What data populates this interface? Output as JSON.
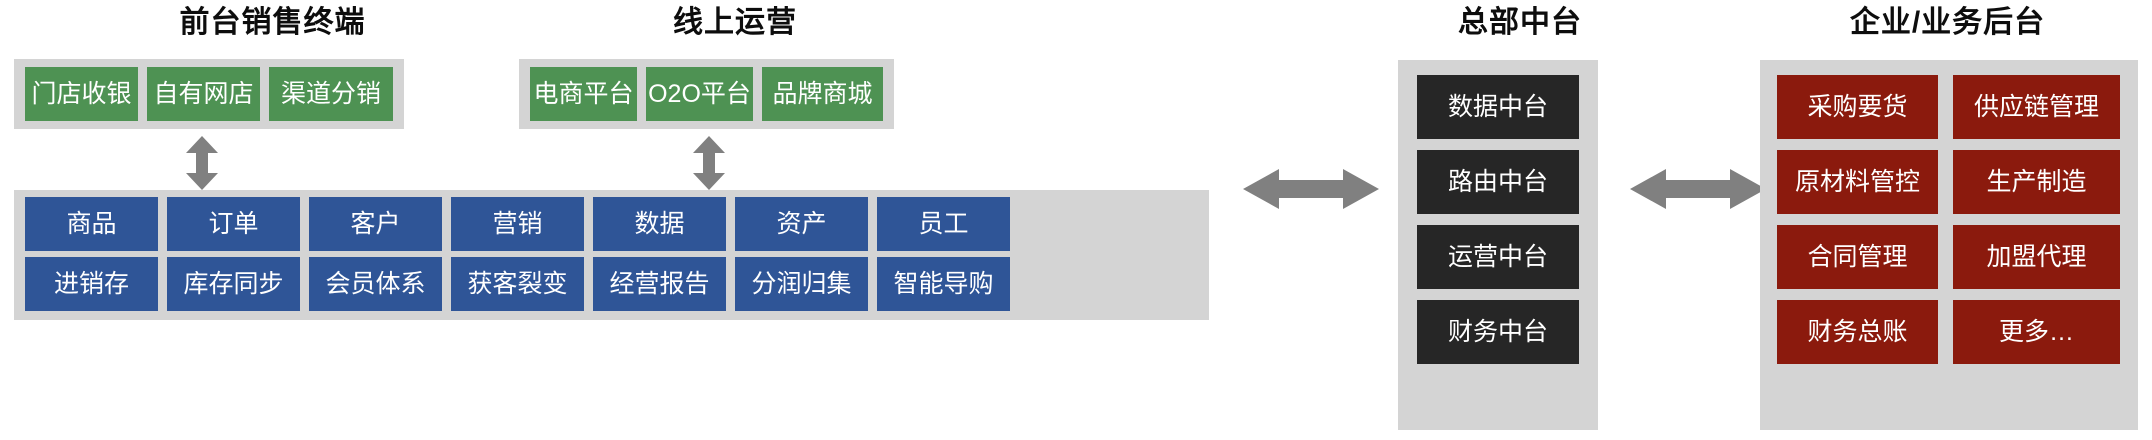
{
  "diagram": {
    "title_color": "#0d0d0d",
    "panel_color": "#d4d4d4",
    "arrow_color": "#808080",
    "background": "#ffffff"
  },
  "sections": {
    "front_sales": {
      "title": "前台销售终端",
      "color": "#4e9253",
      "channels": [
        {
          "label": "门店收银"
        },
        {
          "label": "自有网店"
        },
        {
          "label": "渠道分销"
        }
      ]
    },
    "online_ops": {
      "title": "线上运营",
      "color": "#4e9253",
      "channels": [
        {
          "label": "电商平台"
        },
        {
          "label": "O2O平台"
        },
        {
          "label": "品牌商城"
        }
      ]
    },
    "capabilities": {
      "color": "#2f5597",
      "row1": [
        {
          "label": "商品"
        },
        {
          "label": "订单"
        },
        {
          "label": "客户"
        },
        {
          "label": "营销"
        },
        {
          "label": "数据"
        },
        {
          "label": "资产"
        },
        {
          "label": "员工"
        }
      ],
      "row2": [
        {
          "label": "进销存"
        },
        {
          "label": "库存同步"
        },
        {
          "label": "会员体系"
        },
        {
          "label": "获客裂变"
        },
        {
          "label": "经营报告"
        },
        {
          "label": "分润归集"
        },
        {
          "label": "智能导购"
        }
      ]
    },
    "hq_middle": {
      "title": "总部中台",
      "color": "#262626",
      "items": [
        {
          "label": "数据中台"
        },
        {
          "label": "路由中台"
        },
        {
          "label": "运营中台"
        },
        {
          "label": "财务中台"
        }
      ]
    },
    "enterprise_backend": {
      "title": "企业/业务后台",
      "color": "#8b1a0d",
      "items": [
        {
          "label": "采购要货"
        },
        {
          "label": "供应链管理"
        },
        {
          "label": "原材料管控"
        },
        {
          "label": "生产制造"
        },
        {
          "label": "合同管理"
        },
        {
          "label": "加盟代理"
        },
        {
          "label": "财务总账"
        },
        {
          "label": "更多…"
        }
      ]
    }
  },
  "connectors": {
    "front_to_capabilities": {
      "name": "vertical-double-arrow"
    },
    "online_to_capabilities": {
      "name": "vertical-double-arrow"
    },
    "capabilities_to_hq": {
      "name": "horizontal-double-arrow"
    },
    "hq_to_backend": {
      "name": "horizontal-double-arrow"
    }
  }
}
